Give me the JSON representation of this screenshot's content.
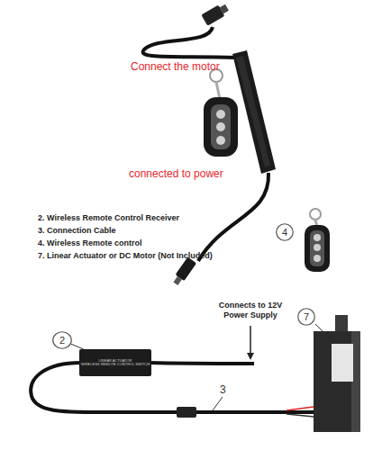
{
  "diagram": {
    "nodes": [
      {
        "text": [
          "4"
        ]
      },
      {
        "text": [
          "7"
        ]
      },
      {
        "text": [
          "2"
        ]
      },
      {
        "text": [
          "LINEAR ACTUATOR",
          "WIRELESS REMOTE CONTROL SWITCH"
        ]
      }
    ],
    "edges": [
      {
        "from": 2,
        "to": 3,
        "arrow": "none"
      }
    ],
    "labels": [
      "Connect the motor",
      "connected to power",
      "2. Wireless Remote Control Receiver",
      "3. Connection Cable",
      "4. Wireless Remote control",
      "7. Linear Actuator or DC Motor (Not Included)",
      "Connects to 12V Power Supply",
      "3"
    ]
  }
}
